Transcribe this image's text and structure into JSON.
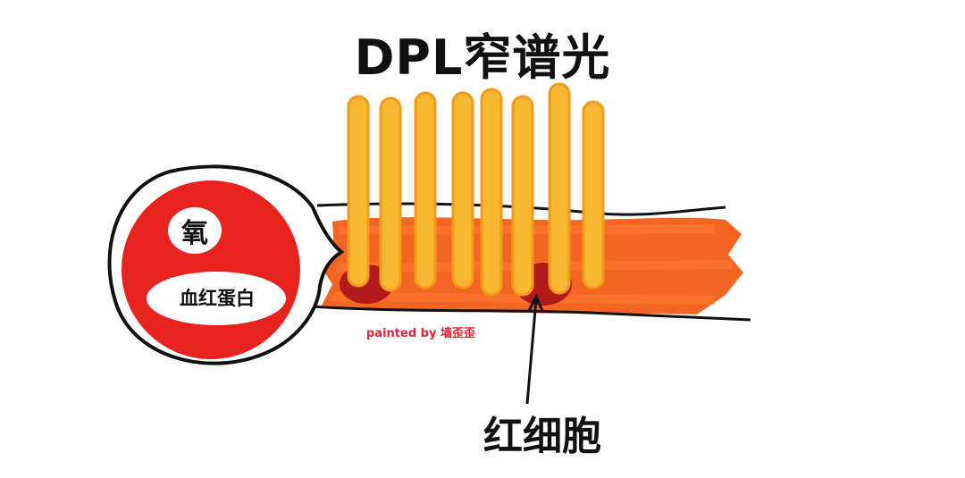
{
  "title": "DPL窄谱光",
  "labels": {
    "oxygen": "氧",
    "hemoglobin": "血红蛋白",
    "red_blood_cell": "红细胞",
    "signature": "painted by 墙歪歪"
  },
  "colors": {
    "light_beam": "#f7b731",
    "light_beam_dark": "#f39a1c",
    "tissue": "#f26522",
    "cell_red": "#b31b1b",
    "bubble_red": "#e8231f",
    "outline": "#111111",
    "signature": "#e0253a"
  },
  "light_beam_count": 8
}
